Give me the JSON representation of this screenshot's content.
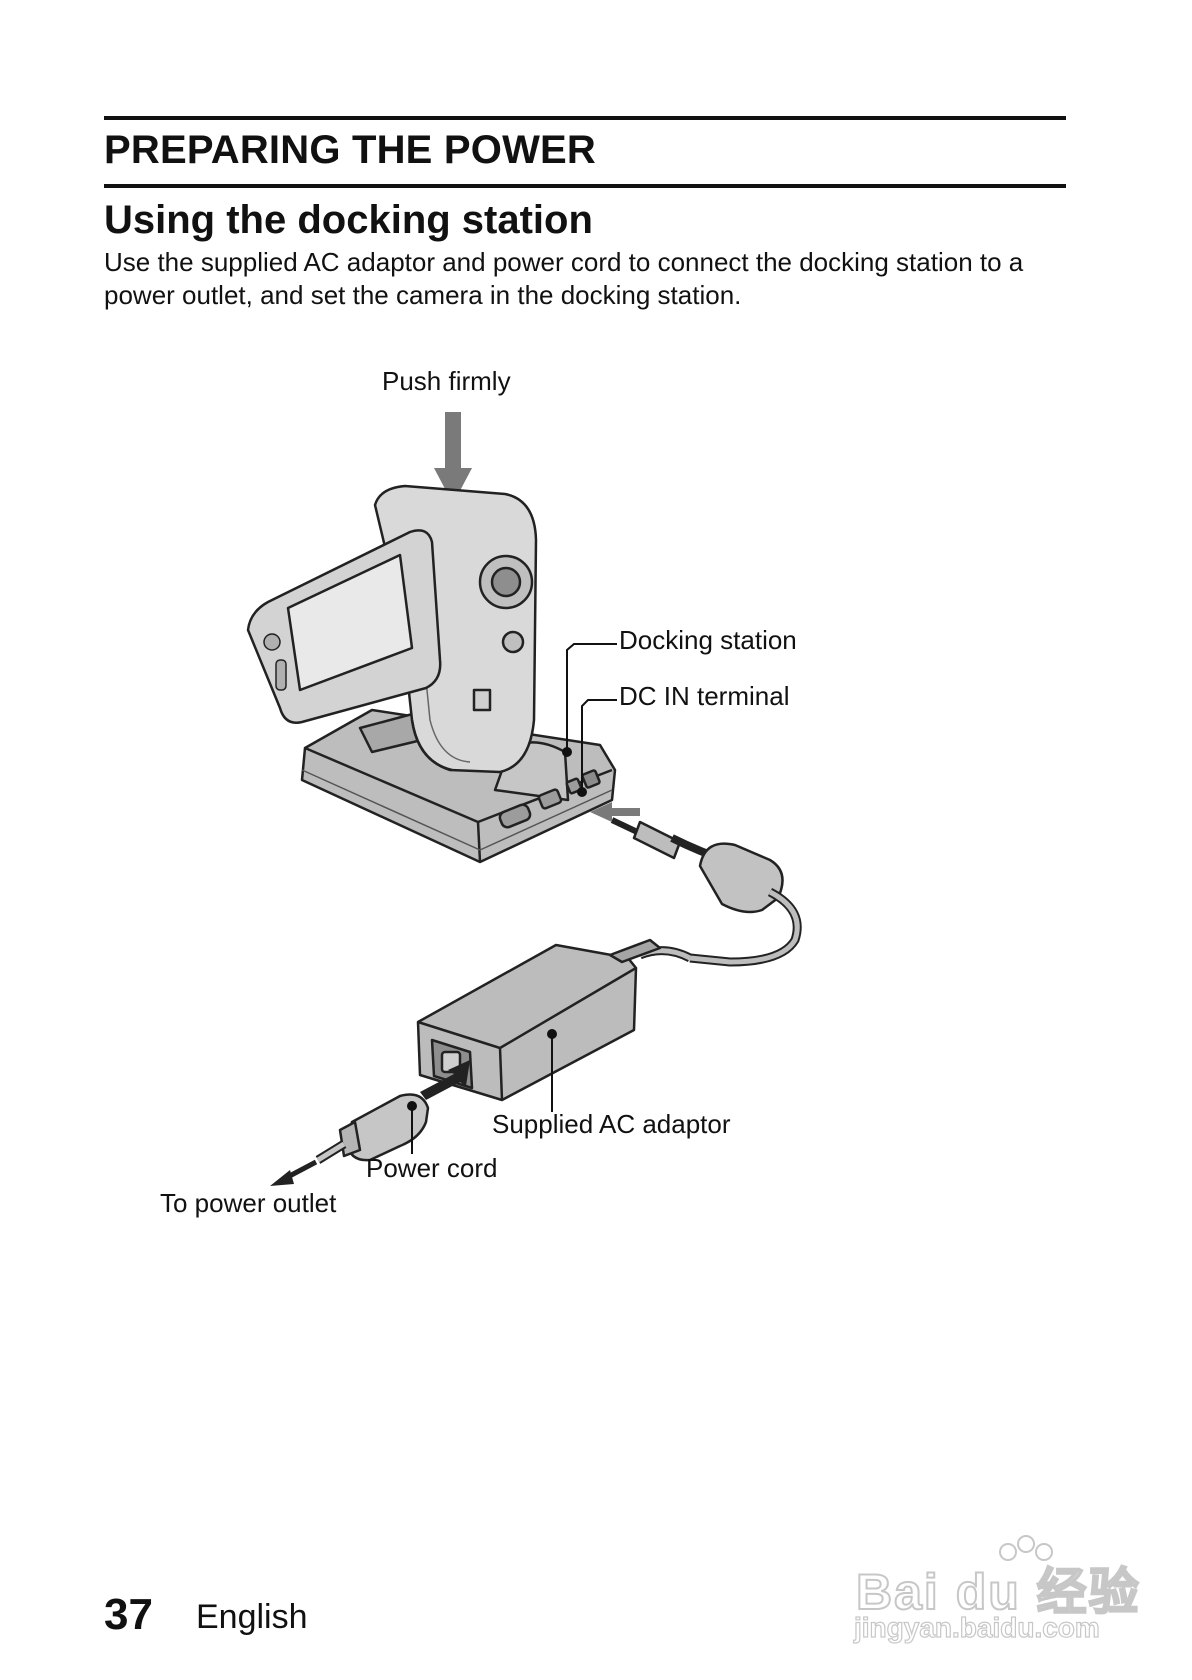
{
  "section_title": "PREPARING THE POWER",
  "subsection_title": "Using the docking station",
  "intro_text": "Use the supplied AC adaptor and power cord to connect the docking station to a power outlet, and set the camera in the docking station.",
  "figure": {
    "callouts": {
      "push": "Push firmly",
      "docking_station": "Docking station",
      "dc_in": "DC IN terminal",
      "ac_adaptor": "Supplied AC adaptor",
      "power_cord": "Power cord",
      "outlet": "To power outlet"
    }
  },
  "footer": {
    "page_number": "37",
    "language": "English"
  },
  "watermark": {
    "brand": "Bai du 经验",
    "url": "jingyan.baidu.com"
  }
}
